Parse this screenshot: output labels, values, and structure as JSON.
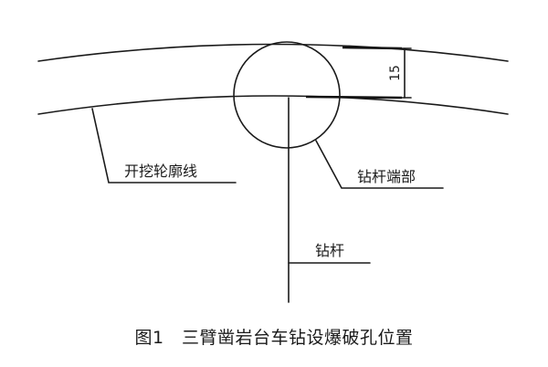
{
  "labels": {
    "contour": "开挖轮廓线",
    "rod_end": "钻杆端部",
    "rod": "钻杆",
    "dimension": "15"
  },
  "caption": "图1　三臂凿岩台车钻设爆破孔位置"
}
